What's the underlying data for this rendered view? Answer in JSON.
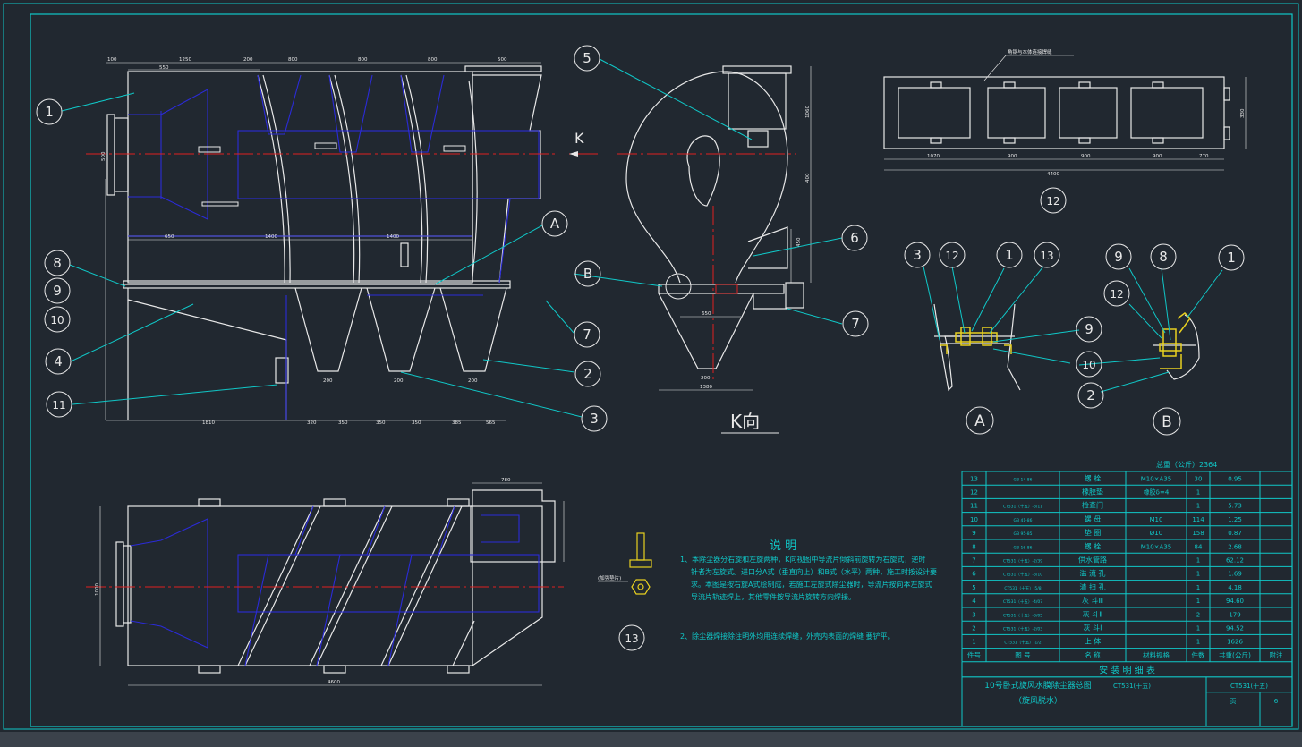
{
  "colors": {
    "background": "#212830",
    "outline": "#e8e8e8",
    "hidden": "#2b2bd8",
    "center": "#e02020",
    "leader": "#10c8c8",
    "yellow": "#e8d020",
    "magenta": "#d020d0",
    "table_line": "#10c8c8"
  },
  "balloons": {
    "b1": "1",
    "b2": "2",
    "b3": "3",
    "b4": "4",
    "b5": "5",
    "b6": "6",
    "b7": "7",
    "b7b": "7",
    "b8": "8",
    "b9": "9",
    "b10": "10",
    "b11": "11",
    "b12": "12",
    "b13": "13",
    "bA": "A",
    "bB": "B",
    "dA1": "3",
    "dA2": "12",
    "dA3": "1",
    "dA4": "13",
    "dA5": "9",
    "dA6": "10",
    "dB1": "9",
    "dB2": "8",
    "dB3": "1",
    "dB4": "12",
    "dB5": "10",
    "dB6": "2",
    "detailA": "A",
    "detailB": "B"
  },
  "labels": {
    "k_arrow": "K",
    "k_view": "K向",
    "notes_title": "说 明",
    "note1_l1": "1、本除尘器分右旋和左旋两种，K向视图中导流片倾斜前旋转为右旋式，逆时",
    "note1_l2": "针者为左旋式。进口分A式（垂直向上）和B式（水平）两种，施工时按设计要",
    "note1_l3": "求。本图是按右旋A式绘制成，若施工左旋式除尘器时，导流片按向本左旋式",
    "note1_l4": "导流片轨迹焊上，其他零件按导流片旋转方向焊接。",
    "note2": "2、除尘器焊接除注明外均用连续焊缝，外壳内表面的焊缝 要铲平。"
  },
  "dims": {
    "top_d1": "100",
    "top_d2": "1250",
    "top_d3": "200",
    "top_d4": "800",
    "top_d5": "800",
    "top_d6": "800",
    "top_d7": "500",
    "top_d8": "550",
    "left_h": "500",
    "mid_d1": "650",
    "mid_d2": "1400",
    "mid_d3": "1400",
    "bot_d1": "1810",
    "bot_d2": "320",
    "bot_d3": "350",
    "bot_d4": "350",
    "bot_d5": "350",
    "bot_d6": "385",
    "bot_d7": "565",
    "hop1": "200",
    "hop2": "200",
    "hop3": "200",
    "side_h1": "1060",
    "side_h2": "400",
    "side_w1": "1380",
    "side_w2": "650",
    "side_w3": "200",
    "r_h1": "450",
    "plan_d1": "780",
    "plan_d2": "4600",
    "plan_h": "1000",
    "p12_w": "4400",
    "p12_h": "330",
    "p12_d1": "1070",
    "p12_d2": "900",
    "p12_d3": "900",
    "p12_d4": "900",
    "p12_d5": "770",
    "p12_note": "角钢与本体连接焊缝",
    "p13_note": "(加强垫片)"
  },
  "title_block": {
    "total_weight": "总重（公斤）2364",
    "rows": [
      {
        "no": "13",
        "drawing": "GB 14-86",
        "name": "螺 栓",
        "material": "M10×A35",
        "qty": "30",
        "weight": "0.95",
        "remark": ""
      },
      {
        "no": "12",
        "drawing": "",
        "name": "橡胶垫",
        "material": "橡胶δ=4",
        "qty": "1",
        "weight": "",
        "remark": ""
      },
      {
        "no": "11",
        "drawing": "CT531（十五）-6/11",
        "name": "检查门",
        "material": "",
        "qty": "1",
        "weight": "5.73",
        "remark": ""
      },
      {
        "no": "10",
        "drawing": "GB 41-86",
        "name": "螺 母",
        "material": "M10",
        "qty": "114",
        "weight": "1.25",
        "remark": ""
      },
      {
        "no": "9",
        "drawing": "GB 95-85",
        "name": "垫 圈",
        "material": "Ø10",
        "qty": "158",
        "weight": "0.87",
        "remark": ""
      },
      {
        "no": "8",
        "drawing": "GB 16-86",
        "name": "螺 栓",
        "material": "M10×A35",
        "qty": "84",
        "weight": "2.68",
        "remark": ""
      },
      {
        "no": "7",
        "drawing": "CT531（十五）-2/39",
        "name": "供水管路",
        "material": "",
        "qty": "1",
        "weight": "62.12",
        "remark": ""
      },
      {
        "no": "6",
        "drawing": "CT531（十五）-6/10",
        "name": "溢 流 孔",
        "material": "",
        "qty": "1",
        "weight": "1.69",
        "remark": ""
      },
      {
        "no": "5",
        "drawing": "CT531（十五）-5/8",
        "name": "清 扫 孔",
        "material": "",
        "qty": "1",
        "weight": "4.18",
        "remark": ""
      },
      {
        "no": "4",
        "drawing": "CT531（十五）-4/07",
        "name": "灰 斗Ⅲ",
        "material": "",
        "qty": "1",
        "weight": "94.60",
        "remark": ""
      },
      {
        "no": "3",
        "drawing": "CT531（十五）-3/05",
        "name": "灰 斗Ⅱ",
        "material": "",
        "qty": "2",
        "weight": "179",
        "remark": ""
      },
      {
        "no": "2",
        "drawing": "CT531（十五）-2/03",
        "name": "灰 斗Ⅰ",
        "material": "",
        "qty": "1",
        "weight": "94.52",
        "remark": ""
      },
      {
        "no": "1",
        "drawing": "CT531（十五）-1/2",
        "name": "上 体",
        "material": "",
        "qty": "1",
        "weight": "1626",
        "remark": ""
      }
    ],
    "header": {
      "no": "件号",
      "drawing": "图 号",
      "name": "名 称",
      "material": "材料规格",
      "qty": "件数",
      "weight": "共重(公斤)",
      "remark": "附注"
    },
    "list_title": "安 装 明 细 表",
    "drawing_title": "10号卧式旋风水膜除尘器总图",
    "drawing_subtitle": "（旋风脱水）",
    "code_center": "CT531(十五)",
    "code_right": "CT531(十五)",
    "page_label": "页",
    "page_no": "6"
  }
}
